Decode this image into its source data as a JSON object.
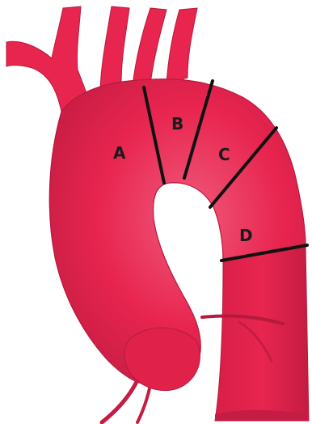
{
  "diagram": {
    "colors": {
      "vessel": "#e8254f",
      "vessel_shadow": "#b51a3c",
      "vessel_highlight": "#f05a7b",
      "divider": "#111111",
      "label": "#1b1b1b"
    },
    "segments": [
      {
        "id": "A",
        "label": "A"
      },
      {
        "id": "B",
        "label": "B"
      },
      {
        "id": "C",
        "label": "C"
      },
      {
        "id": "D",
        "label": "D"
      }
    ]
  }
}
